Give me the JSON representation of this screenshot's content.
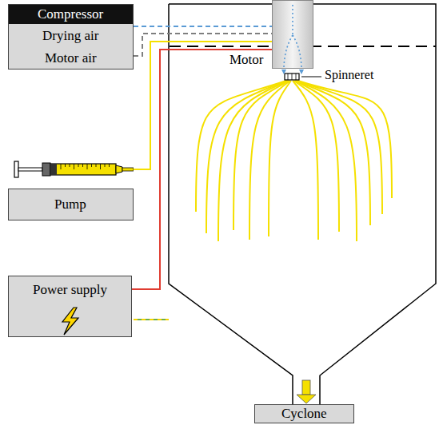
{
  "diagram": {
    "nodes": [
      {
        "text": [
          "Compressor",
          "Drying air",
          "Motor air"
        ]
      },
      {
        "text": [
          "Motor"
        ]
      },
      {
        "text": [
          "Pump"
        ]
      },
      {
        "text": [
          "Power supply"
        ]
      },
      {
        "text": [
          "Cyclone"
        ]
      }
    ],
    "edges": [
      {
        "from": 0,
        "to": 1,
        "arrow": "none"
      },
      {
        "from": 0,
        "to": 1,
        "arrow": "none"
      },
      {
        "from": 2,
        "to": 1,
        "arrow": "none"
      },
      {
        "from": 3,
        "to": 1,
        "arrow": "none"
      }
    ],
    "labels": [
      "Spinneret"
    ]
  }
}
